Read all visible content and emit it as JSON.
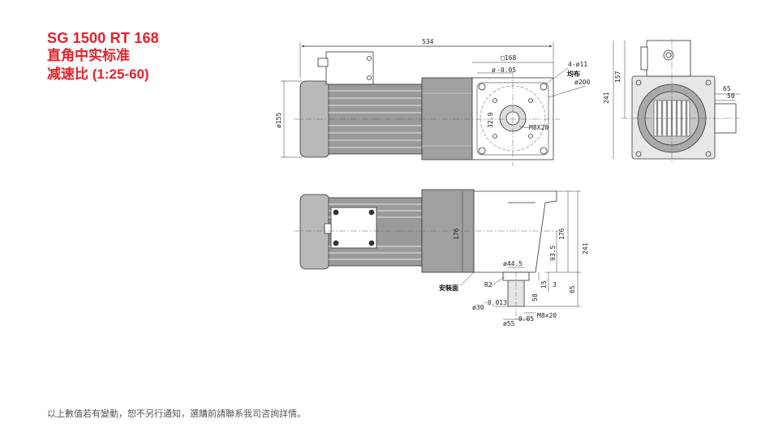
{
  "header": {
    "model": "SG 1500 RT 168",
    "subtitle": "直角中实标准",
    "ratio": "减速比 (1:25-60)"
  },
  "footer": {
    "disclaimer": "以上數值若有變動，恕不另行通知，選購前請聯系我司咨詢詳情。"
  },
  "dimensions": {
    "overall_length": "534",
    "flange_square": "□168",
    "bolt_holes": "4-ø11",
    "bolt_even": "均布",
    "pcd": "ø200",
    "bore_tol": "ø",
    "bore_tol_value": "-0.05",
    "thread": "M8X20",
    "motor_dia": "ø155",
    "keyway": "32.9",
    "height_157": "157",
    "height_241": "241",
    "shaft_65": "65",
    "shaft_50": "50",
    "height_176": "176",
    "height_176b": "176",
    "height_241b": "241",
    "height_93_5": "93.5",
    "key_width": "ø44.5",
    "radius": "R2",
    "mount_face": "安裝面",
    "len_50": "50",
    "len_15": "15",
    "len_3": "3",
    "len_65": "65",
    "shaft_dia": "ø30",
    "shaft_tol": "-0.013",
    "pilot_dia": "ø55",
    "pilot_tol": "-0.05",
    "thread_b": "M8×20"
  }
}
